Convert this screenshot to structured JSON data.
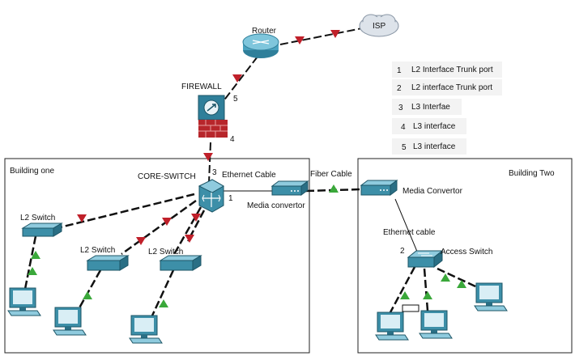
{
  "devices": {
    "router": "Router",
    "isp": "ISP",
    "firewall": "FIREWALL",
    "core_switch": "CORE-SWITCH",
    "l2_switch_1": "L2 Switch",
    "l2_switch_2": "L2 Switch",
    "l2_switch_3": "L2 Switch",
    "media_convertor_left": "Media convertor",
    "media_convertor_right": "Media Convertor",
    "access_switch": "Access Switch"
  },
  "buildings": {
    "one": "Building one",
    "two": "Building Two"
  },
  "links": {
    "ethernet_cable_top": "Ethernet Cable",
    "fiber_cable": "Fiber Cable",
    "ethernet_cable_bottom": "Ethernet cable"
  },
  "port_numbers": {
    "p1": "1",
    "p2": "2",
    "p3": "3",
    "p4": "4",
    "p5": "5"
  },
  "legend": [
    {
      "num": "1",
      "text": "L2 Interface Trunk port"
    },
    {
      "num": "2",
      "text": "L2 interface Trunk port"
    },
    {
      "num": "3",
      "text": "L3 Interfae"
    },
    {
      "num": "4",
      "text": "L3 interface"
    },
    {
      "num": "5",
      "text": "L3 interface"
    }
  ],
  "colors": {
    "link_down": "#c0202a",
    "link_up": "#3aa83a",
    "device": "#3d8fa8"
  }
}
